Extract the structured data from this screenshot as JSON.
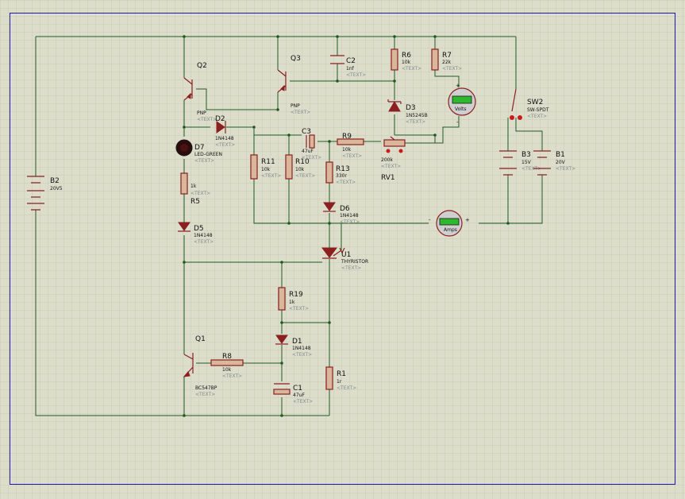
{
  "placeholder_text": "<TEXT>",
  "components": [
    {
      "id": "b2",
      "ref": "B2",
      "value": "20V5"
    },
    {
      "id": "q2",
      "ref": "Q2",
      "value": "PNP"
    },
    {
      "id": "q3",
      "ref": "Q3",
      "value": "PNP"
    },
    {
      "id": "c2",
      "ref": "C2",
      "value": "1nf"
    },
    {
      "id": "r6",
      "ref": "R6",
      "value": "10k"
    },
    {
      "id": "r7",
      "ref": "R7",
      "value": "22k"
    },
    {
      "id": "d3",
      "ref": "D3",
      "value": "1N5245B"
    },
    {
      "id": "d2",
      "ref": "D2",
      "value": "1N4148"
    },
    {
      "id": "d7",
      "ref": "D7",
      "value": "LED-GREEN"
    },
    {
      "id": "c3",
      "ref": "C3",
      "value": "47uF"
    },
    {
      "id": "r9",
      "ref": "R9",
      "value": "10k"
    },
    {
      "id": "rv1",
      "ref": "RV1",
      "value": "200k"
    },
    {
      "id": "r11",
      "ref": "R11",
      "value": "10k"
    },
    {
      "id": "r10",
      "ref": "R10",
      "value": "10k"
    },
    {
      "id": "r13",
      "ref": "R13",
      "value": "330r"
    },
    {
      "id": "r5",
      "ref": "R5",
      "value": "1k"
    },
    {
      "id": "d6",
      "ref": "D6",
      "value": "1N4148"
    },
    {
      "id": "d5",
      "ref": "D5",
      "value": "1N4148"
    },
    {
      "id": "u1",
      "ref": "U1",
      "value": "THYRISTOR"
    },
    {
      "id": "r19",
      "ref": "R19",
      "value": "1k"
    },
    {
      "id": "d1",
      "ref": "D1",
      "value": "1N4148"
    },
    {
      "id": "q1",
      "ref": "Q1",
      "value": "BC547BP"
    },
    {
      "id": "r8",
      "ref": "R8",
      "value": "10k"
    },
    {
      "id": "c1",
      "ref": "C1",
      "value": "47uF"
    },
    {
      "id": "r1",
      "ref": "R1",
      "value": "1r"
    },
    {
      "id": "sw2",
      "ref": "SW2",
      "value": "SW-SPDT"
    },
    {
      "id": "b3",
      "ref": "B3",
      "value": "15V"
    },
    {
      "id": "b1",
      "ref": "B1",
      "value": "20V"
    }
  ],
  "instruments": {
    "voltmeter_label": "Volts",
    "ammeter_label": "Amps",
    "plus": "+",
    "minus": "-"
  },
  "colors": {
    "background": "#ddddcc",
    "grid": "#c9c9b4",
    "wire": "#1e5a1e",
    "component": "#8a2020",
    "component_body": "#d9b79a",
    "border": "#1a1aa6",
    "meter_display": "#2eb82e"
  }
}
